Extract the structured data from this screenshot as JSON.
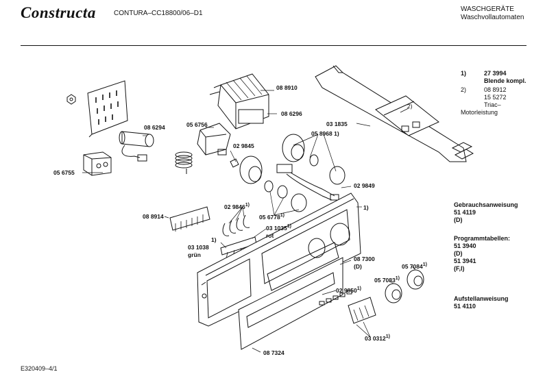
{
  "header": {
    "logo": "Constructa",
    "document_title": "CONTURA–CC18800/06–D1",
    "category_line1": "WASCHGERÄTE",
    "category_line2": "Waschvollautomaten"
  },
  "notes": {
    "n1_marker": "1)",
    "n1_part": "27 3994",
    "n1_desc": "Blende kompl.",
    "n2_marker": "2)",
    "n2_part1": "08 8912",
    "n2_part2": "15 5272",
    "n2_desc1": "Triac–",
    "n2_desc2": "Motorleistung"
  },
  "documents": {
    "manual_title": "Gebrauchsanweisung",
    "manual_number": "51 4119",
    "manual_lang": "(D)",
    "program_title": "Programmtabellen:",
    "program_number1": "51 3940",
    "program_lang1": "(D)",
    "program_number2": "51 3941",
    "program_lang2": "(F,I)",
    "install_title": "Aufstellanweisung",
    "install_number": "51 4110"
  },
  "parts": {
    "p088910": "08 8910",
    "p086296": "08 6296",
    "p086294": "08 6294",
    "p056756": "05 6756",
    "p029845": "02 9845",
    "p056755": "05 6755",
    "p058968": "05 8968",
    "p031835": "03 1835",
    "p029849": "02 9849",
    "p029846": "02 9846",
    "p088914": "08 8914",
    "p056778": "05 6778",
    "p031035": "03 1035",
    "rot": "rot",
    "p031038": "03 1038",
    "gruen": "grün",
    "p087300": "08 7300",
    "p087300_lang": "(D)",
    "p057084": "05 7084",
    "p057083": "05 7083",
    "p029850": "02 9850",
    "p030312": "03 0312",
    "p087324": "08 7324",
    "sup1": "1)",
    "sup2": "2)"
  },
  "footer": {
    "code": "E320409–4/1"
  }
}
